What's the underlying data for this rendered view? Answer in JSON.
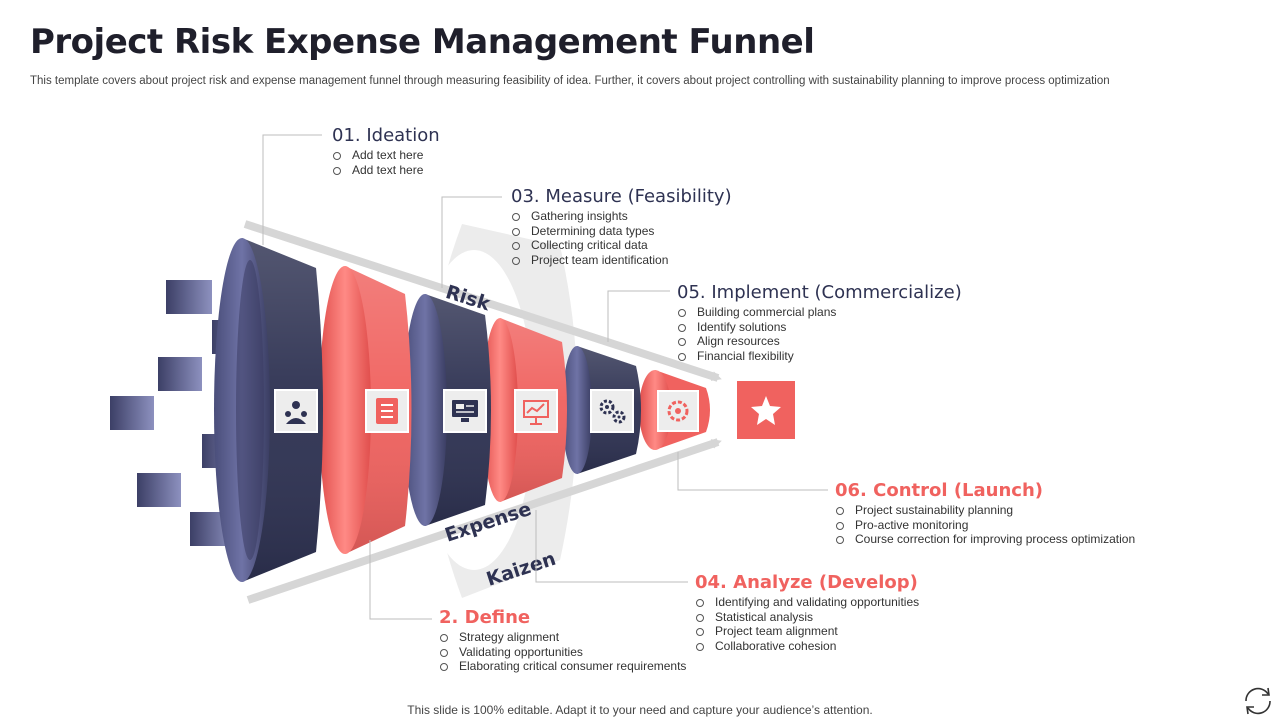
{
  "header": {
    "title": "Project Risk Expense Management Funnel",
    "subtitle": "This template covers about project risk and expense management funnel through measuring feasibility of idea. Further, it covers about project controlling with sustainability planning  to improve process optimization"
  },
  "footer": {
    "note": "This slide is 100% editable. Adapt it to your need and capture your audience’s attention."
  },
  "funnel": {
    "labels": {
      "risk": "Risk",
      "expense": "Expense",
      "kaizen": "Kaizen"
    },
    "colors": {
      "navy": "#2e3252",
      "coral": "#f0625f",
      "navy_rim": "#5a5e8c",
      "gray_band": "#dcdcdc"
    },
    "icons": [
      "team-icon",
      "checklist-icon",
      "monitor-icon",
      "analytics-icon",
      "gears-icon",
      "settings-target-icon",
      "star-icon"
    ]
  },
  "stages": [
    {
      "title": "01. Ideation",
      "items": [
        "Add text here",
        "Add text here"
      ]
    },
    {
      "title": "2. Define",
      "items": [
        "Strategy alignment",
        "Validating opportunities",
        "Elaborating critical consumer requirements"
      ]
    },
    {
      "title": "03. Measure (Feasibility)",
      "items": [
        "Gathering insights",
        "Determining data types",
        "Collecting critical data",
        "Project team identification"
      ]
    },
    {
      "title": "04. Analyze (Develop)",
      "items": [
        "Identifying and validating opportunities",
        "Statistical analysis",
        "Project team alignment",
        "Collaborative cohesion"
      ]
    },
    {
      "title": "05. Implement (Commercialize)",
      "items": [
        "Building commercial plans",
        "Identify solutions",
        "Align resources",
        "Financial flexibility"
      ]
    },
    {
      "title": "06. Control (Launch)",
      "items": [
        "Project sustainability planning",
        "Pro-active monitoring",
        "Course correction for improving process optimization"
      ]
    }
  ]
}
